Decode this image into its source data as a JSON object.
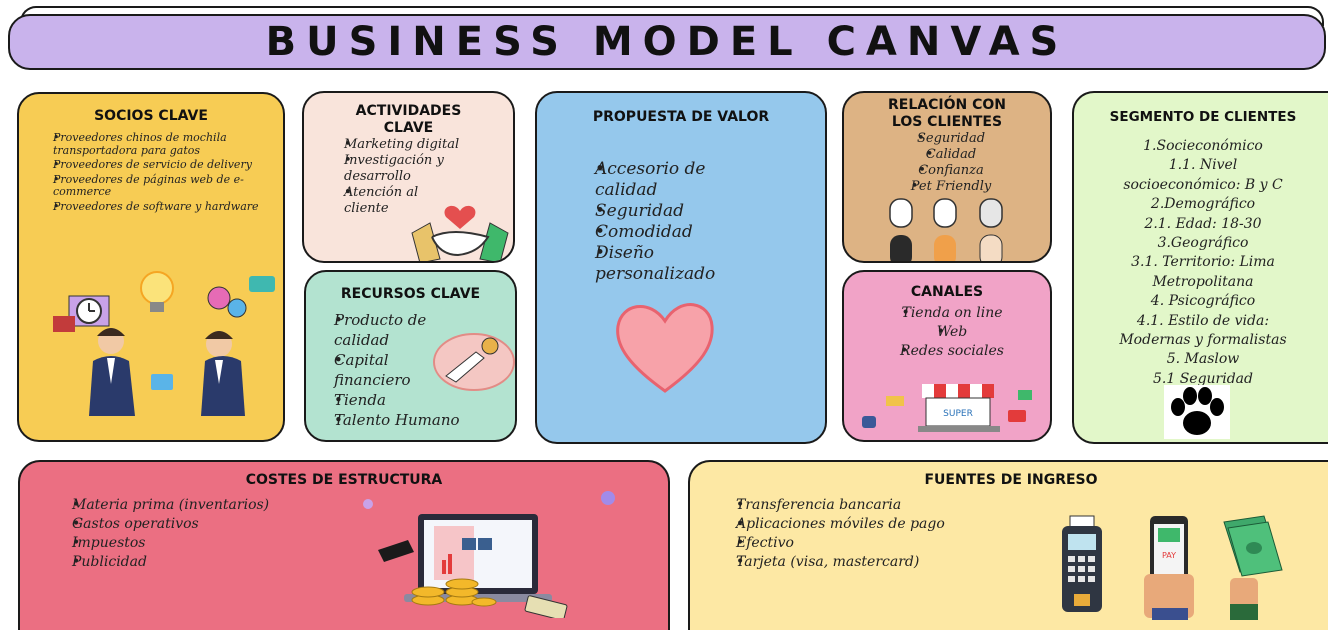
{
  "title": "BUSINESS MODEL CANVAS",
  "colors": {
    "title_bg": "#c9b3ec",
    "socios": "#f7cc54",
    "actividades": "#f9e4db",
    "recursos": "#b3e3d0",
    "propuesta": "#95c8ec",
    "relacion": "#ddb384",
    "canales": "#f1a3c7",
    "segmento": "#e2f7c9",
    "costes": "#eb6f82",
    "fuentes": "#fde8a4"
  },
  "socios": {
    "title": "SOCIOS CLAVE",
    "items": [
      "Proveedores chinos de mochila transportadora para gatos",
      "Proveedores de servicio de delivery",
      "Proveedores de páginas web de e-commerce",
      "Proveedores de  software y hardware"
    ],
    "icons": [
      "clock-icon",
      "lightbulb-icon",
      "gears-icon",
      "businessmen-handshake-icon"
    ]
  },
  "actividades": {
    "title_line1": "ACTIVIDADES",
    "title_line2": "CLAVE",
    "items": [
      "Marketing digital",
      "Investigación y desarrollo",
      "Atención al cliente"
    ],
    "icon": "handshake-heart-icon"
  },
  "recursos": {
    "title": "RECURSOS CLAVE",
    "items": [
      "Producto de calidad",
      "Capital financiero",
      "Tienda",
      "Talento Humano"
    ],
    "icon": "money-hand-icon"
  },
  "propuesta": {
    "title": "PROPUESTA DE VALOR",
    "items": [
      "Accesorio de calidad",
      "Seguridad",
      "Comodidad",
      "Diseño personalizado"
    ],
    "icon": "heart-icon"
  },
  "relacion": {
    "title_line1": "RELACIÓN CON",
    "title_line2": "LOS  CLIENTES",
    "items": [
      "Seguridad",
      "Calidad",
      "Confianza",
      "Pet Friendly"
    ],
    "icon": "paws-icon"
  },
  "canales": {
    "title": "CANALES",
    "items": [
      "Tienda on line",
      "Web",
      "Redes sociales"
    ],
    "icon": "store-icon",
    "store_sign": "SUPER"
  },
  "segmento": {
    "title": "SEGMENTO DE CLIENTES",
    "lines": [
      "1.Socieconómico",
      "1.1. Nivel",
      "socioeconómico: B y C",
      "2.Demográfico",
      "2.1. Edad: 18-30",
      "3.Geográfico",
      "3.1. Territorio: Lima",
      "Metropolitana",
      "4. Psicográfico",
      "4.1. Estilo de vida:",
      "Modernas y formalistas",
      "5. Maslow",
      "5.1 Seguridad"
    ],
    "icon": "paw-print-icon"
  },
  "costes": {
    "title": "COSTES DE ESTRUCTURA",
    "items": [
      "Materia prima (inventarios)",
      "Gastos operativos",
      "Impuestos",
      "Publicidad"
    ],
    "icon": "laptop-coins-icon"
  },
  "fuentes": {
    "title": "FUENTES DE INGRESO",
    "items": [
      "Transferencia bancaria",
      "Aplicaciones móviles de pago",
      "Efectivo",
      "Tarjeta (visa, mastercard)"
    ],
    "icons": [
      "card-terminal-icon",
      "phone-pay-icon",
      "cash-icon"
    ],
    "phone_label": "PAY"
  }
}
